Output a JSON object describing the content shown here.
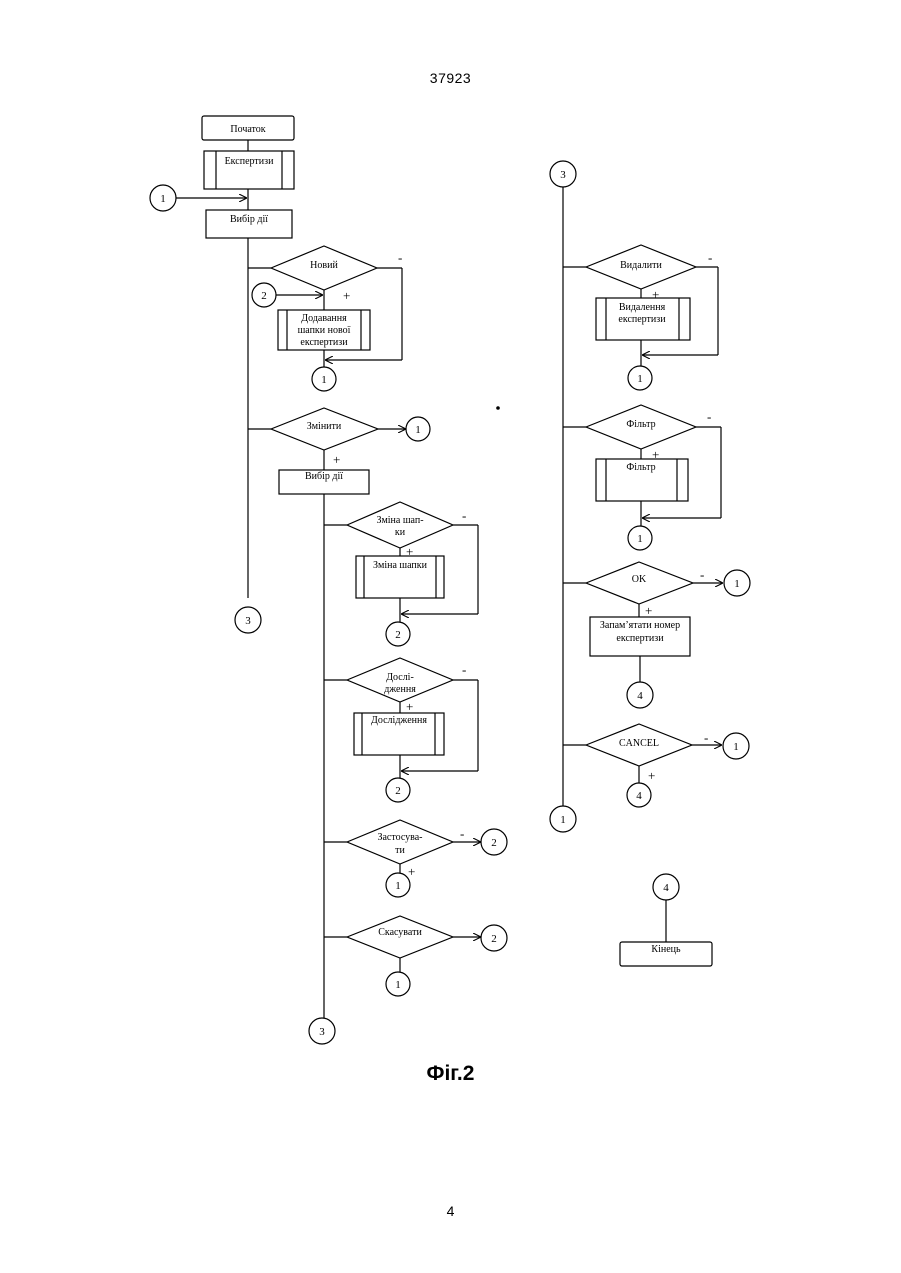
{
  "header": {
    "doc_number": "37923"
  },
  "figure": {
    "caption": "Фіг.2"
  },
  "footer": {
    "page_number": "4"
  },
  "flowchart": {
    "left": {
      "start": "Початок",
      "expertise": "Експертизи",
      "choose_action_1": "Вибір дії",
      "new": "Новий",
      "add_header_line1": "Додавання",
      "add_header_line2": "шапки нової",
      "add_header_line3": "експертизи",
      "change": "Змінити",
      "choose_action_2": "Вибір дії",
      "change_header_dec_line1": "Зміна шап-",
      "change_header_dec_line2": "ки",
      "change_header_proc": "Зміна шапки",
      "research_dec_line1": "Дослі-",
      "research_dec_line2": "дження",
      "research_proc": "Дослідження",
      "apply_line1": "Застосува-",
      "apply_line2": "ти",
      "cancel": "Скасувати"
    },
    "right": {
      "delete": "Видалити",
      "delete_proc_line1": "Видалення",
      "delete_proc_line2": "експертизи",
      "filter_dec": "Фільтр",
      "filter_proc": "Фільтр",
      "ok": "OK",
      "remember_line1": "Запам’ятати номер",
      "remember_line2": "експертизи",
      "cancel_en": "CANCEL",
      "end": "Кінець"
    },
    "connectors": {
      "c1": "1",
      "c2": "2",
      "c3": "3",
      "c4": "4"
    },
    "signs": {
      "plus": "+",
      "minus": "-"
    }
  }
}
